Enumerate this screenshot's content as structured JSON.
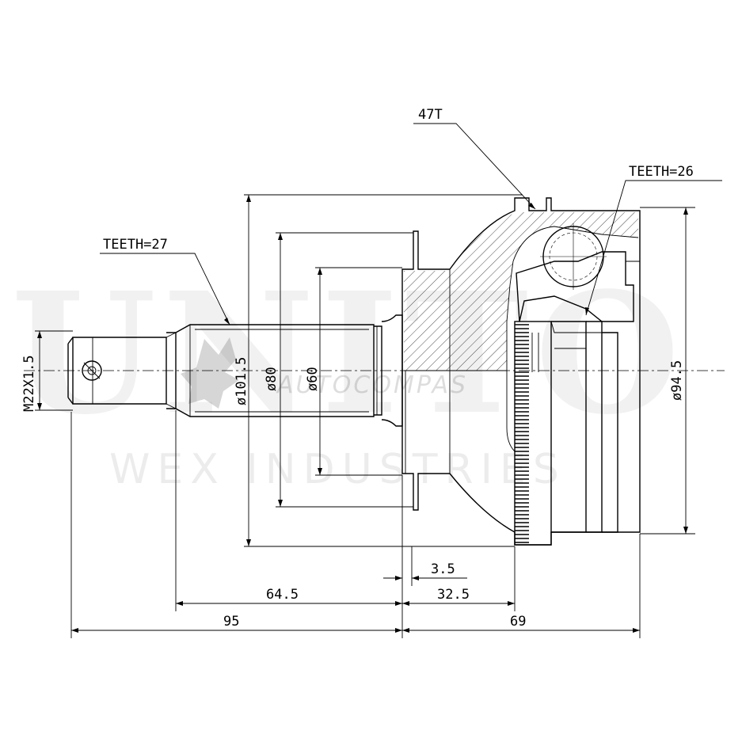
{
  "watermark": {
    "brand": "UNITO",
    "tagline": "WEX INDUSTRIES",
    "logo_text": "AUTOCOMPAS"
  },
  "labels": {
    "outer_teeth": "47T",
    "inner_teeth": "TEETH=26",
    "shaft_teeth": "TEETH=27",
    "thread": "M22X1.5",
    "dia_101": "ø101.5",
    "dia_80": "ø80",
    "dia_60": "ø60",
    "dia_94": "ø94.5",
    "dim_3_5": "3.5",
    "dim_64_5": "64.5",
    "dim_32_5": "32.5",
    "dim_95": "95",
    "dim_69": "69"
  }
}
